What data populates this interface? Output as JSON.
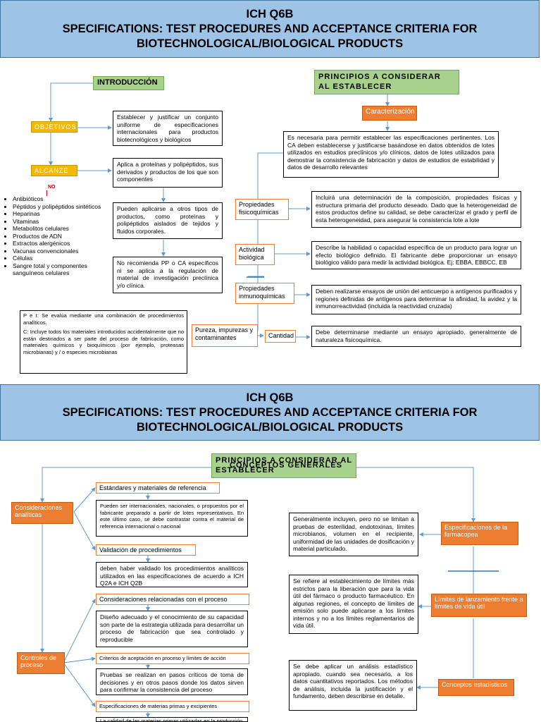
{
  "slide1": {
    "title": {
      "line1": "ICH Q6B",
      "line2": "SPECIFICATIONS: TEST PROCEDURES AND ACCEPTANCE CRITERIA FOR",
      "line3": "BIOTECHNOLOGICAL/BIOLOGICAL PRODUCTS"
    },
    "introduccion": "INTRODUCCIÓN",
    "objetivos": "OBJETIVOS",
    "objetivos_text": "Establecer y justificar un conjunto uniforme de especificaciones internacionales para productos biotecnológicos y biológicos",
    "alcance": "ALCANZE",
    "alcance_text": "Aplica a proteínas y polipéptidos, sus derivados y productos de los que son componentes",
    "no_label": "NO",
    "no_list": [
      "Antibióticos",
      "Péptidos y polipéptidos sintéticos",
      "Heparinas",
      "Vitaminas",
      "Metabolitos celulares",
      "Productos de ADN",
      "Extractos alergénicos",
      "Vacunas convencionales",
      "Células",
      "Sangre total y componentes sanguíneos celulares"
    ],
    "aplicarse_text": "Pueden aplicarse a otros tipos de productos, como proteínas y polipéptidos aislados de tejidos y fluidos corporales.",
    "no_recomienda_text": "No recomienda PP o CA específicos ni se aplica a la regulación de material de investigación preclínica y/o clínica.",
    "pe_text": "P e I: Se evalúa mediante una combinación de procedimientos analíticos.",
    "c_text": "C: Incluye todos los materiales introducidos accidentalmente que no están destinados a ser parte del proceso de fabricación, como materiales químicos y bioquímicos (por ejemplo, proteasas microbianas) y / o especies microbianas",
    "principios": "PRINCIPIOS A CONSIDERAR AL ESTABLECER",
    "caracterizacion": "Caracterización",
    "caracterizacion_text": "Es necesaria para permitir establecer las especificaciones pertinentes. Los CA deben establecerse y justificarse basándose en datos obtenidos de lotes utilizados en estudios preclínicos y/o clínicos, datos de lotes utilizados para demostrar la consistencia de fabricación y datos de estudios de estabilidad y datos de desarrollo relevantes",
    "propiedades_fq": "Propiedades fisicoquímicas",
    "propiedades_fq_text": "Incluirá una determinación de la composición, propiedades físicas y estructura primaria del producto deseado. Dado que la heterogeneidad de estos productos define su calidad, se debe caracterizar el grado y perfil de esta heterogeneidad, para asegurar la consistencia lote a lote",
    "actividad": "Actividad biológica",
    "actividad_text": "Describe la habilidad o capacidad específica de un producto para lograr un efecto biológico definido. El fabricante debe proporcionar un ensayo biológico válido para medir la actividad biológica. Ej: EBBA, EBBCC, EB",
    "propiedades_inm": "Propiedades inmunoquímicas",
    "propiedades_inm_text": "Deben realizarse ensayos de unión del anticuerpo a antígenos purificados y regiones definidas de antígenos para determinar la afinidad, la avidez y la inmunorreactividad (incluida la reactividad cruzada)",
    "pureza": "Pureza, impurezas y contaminantes",
    "cantidad": "Cantidad",
    "cantidad_text": "Debe determinarse mediante un ensayo apropiado, generalmente de naturaleza fisicoquímica."
  },
  "slide2": {
    "title": {
      "line1": "ICH Q6B",
      "line2": "SPECIFICATIONS: TEST PROCEDURES AND ACCEPTANCE CRITERIA FOR",
      "line3": "BIOTECHNOLOGICAL/BIOLOGICAL PRODUCTS"
    },
    "header_back": "PRINCIPIOS A CONSIDERAR AL ESTABLECER",
    "header_front": "CONCEPTOS GENERALES",
    "consideraciones_analiticas": "Consideraciones analíticas",
    "estandares": "Estándares y materiales de referencia",
    "estandares_text": "Pueden ser internacionales, nacionales, o propuestos por el fabricante preparado a partir de lotes representativos. En este último caso, se debe contrastar contra el material de referencia internacional o nacional",
    "validacion": "Validación de procedimientos",
    "validacion_text": "deben haber validado los procedimientos analíticos utilizados en las especificaciones de acuerdo a ICH Q2A e ICH Q2B",
    "controles": "Controles de proceso",
    "consideraciones_proceso": "Consideraciones relacionadas con el proceso",
    "consideraciones_proceso_text": "Diseño adecuado y el conocimiento de su capacidad son parte de la estrategia utilizada para desarrollar un proceso de fabricación que sea controlado y reproducible",
    "criterios": "Criterios de aceptación en proceso y límites de acción",
    "criterios_text": "Pruebas se realizan en pasos críticos de toma de decisiones y en otros pasos donde los datos sirven para confirmar la consistencia del proceso",
    "especificaciones_mp": "Especificaciones de materias primas y excipientes",
    "especificaciones_mp_text": "La calidad de las materias primas utilizadas en la producción",
    "farmacopea": "Especificaciones de la farmacopea",
    "farmacopea_text": "Generalmente incluyen, pero no se limitan a pruebas de esterilidad, endotoxinas, límites microbianos, volumen en el recipiente, uniformidad de las unidades de dosificación y material particulado.",
    "limites": "Límites de lanzamiento frente a límites de vida útil",
    "limites_text": "Se refiere al establecimiento de límites más estrictos para la liberación que para la vida útil del fármaco o producto farmacéutico. En algunas regiones, el concepto de límites de emisión solo puede aplicarse a los límites internos y no a los límites reglamentarios de vida útil.",
    "estadisticos": "Conceptos estadísticos",
    "estadisticos_text": "Se debe aplicar un análisis estadístico apropiado, cuando sea necesario, a los datos cuantitativos reportados. Los métodos de análisis, incluida la justificación y el fundamento, deben describirse en detalle."
  },
  "colors": {
    "title_bg": "#9dc3e6",
    "header_green": "#a9d18e",
    "node_orange": "#ed7d31",
    "node_yellow": "#f5b800",
    "connector_blue": "#5b9bd5",
    "no_red": "#c00000"
  }
}
